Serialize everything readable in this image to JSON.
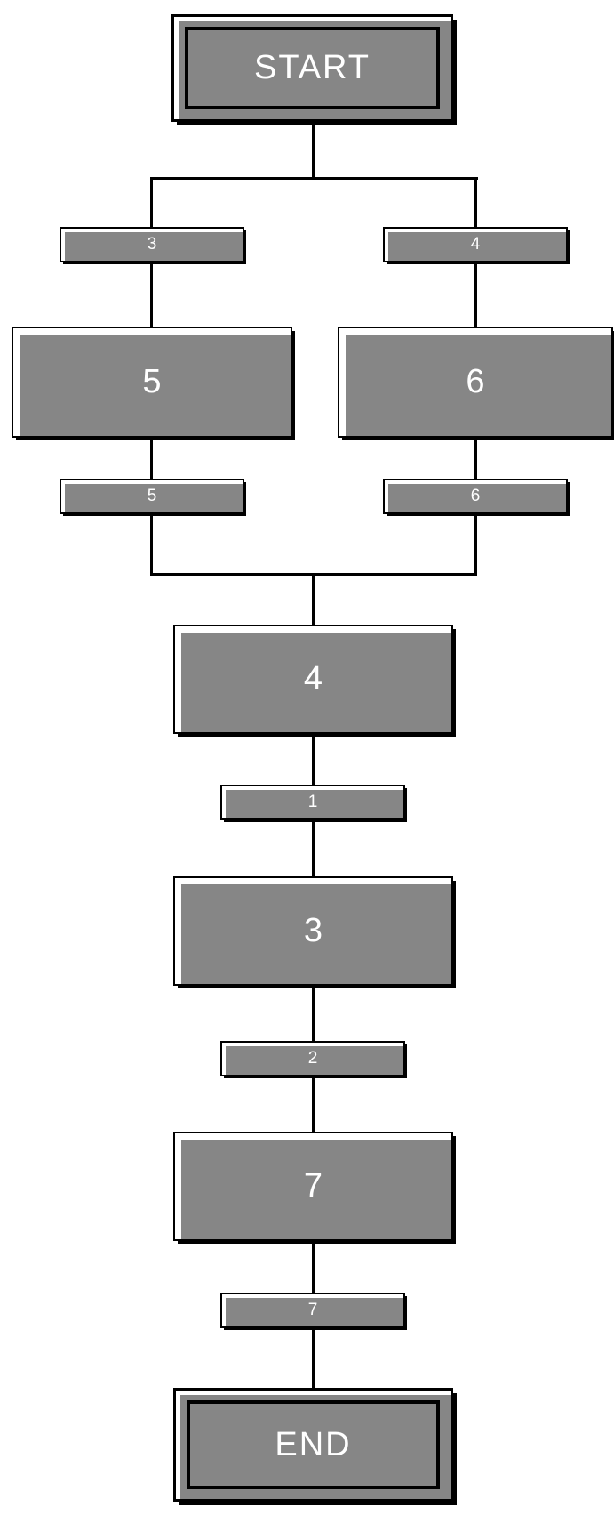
{
  "diagram": {
    "kind": "sfc-flowchart",
    "colors": {
      "background": "#ffffff",
      "node_fill": "#868686",
      "highlight": "#ffffff",
      "outline": "#000000",
      "connector": "#000000",
      "label": "#ffffff"
    },
    "nodes": {
      "start": "START",
      "end": "END",
      "left_branch": {
        "transition_top": "3",
        "step": "5",
        "transition_bottom": "5"
      },
      "right_branch": {
        "transition_top": "4",
        "step": "6",
        "transition_bottom": "6"
      },
      "main_chain": {
        "step_4": "4",
        "transition_1": "1",
        "step_3": "3",
        "transition_2": "2",
        "step_7": "7",
        "transition_7": "7"
      }
    }
  }
}
